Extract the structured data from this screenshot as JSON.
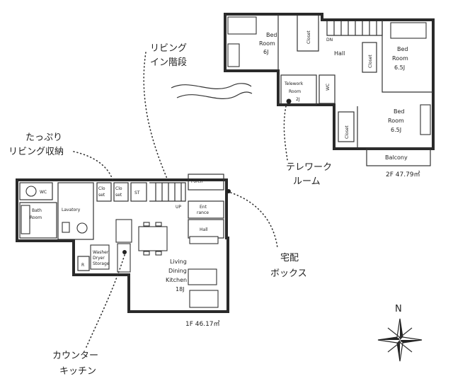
{
  "floor2": {
    "area": "2F 47.79㎡",
    "bed_a": {
      "line1": "Bed",
      "line2": "Room",
      "size": "6J"
    },
    "bed_b": {
      "line1": "Bed",
      "line2": "Room",
      "size": "6.5J"
    },
    "bed_c": {
      "line1": "Bed",
      "line2": "Room",
      "size": "6.5J"
    },
    "telework": {
      "line1": "Telework",
      "line2": "Room",
      "size": "2J"
    },
    "hall": "Hall",
    "closet": "Closet",
    "wc": "WC",
    "balcony": "Balcony",
    "dn": "DN"
  },
  "floor1": {
    "area": "1F 46.17㎡",
    "ldk": {
      "line1": "Living",
      "line2": "Dining",
      "line3": "Kitchen",
      "size": "18J"
    },
    "bath": {
      "line1": "Bath",
      "line2": "Room"
    },
    "lavatory": "Lavatory",
    "wc": "WC",
    "closet": {
      "line1": "Clo",
      "line2": "set"
    },
    "st": "ST",
    "porch": "Porch",
    "entrance": {
      "line1": "Ent",
      "line2": "rance"
    },
    "hall": "Hall",
    "up": "UP",
    "r": "R",
    "washer": {
      "line1": "Washer",
      "line2": "Dryer",
      "line3": "Storage"
    }
  },
  "callouts": {
    "living_stairs": {
      "line1": "リビング",
      "line2": "イン階段"
    },
    "living_storage": {
      "line1": "たっぷり",
      "line2": "リビング収納"
    },
    "telework_room": {
      "line1": "テレワーク",
      "line2": "ルーム"
    },
    "delivery_box": {
      "line1": "宅配",
      "line2": "ボックス"
    },
    "counter_kitchen": {
      "line1": "カウンター",
      "line2": "キッチン"
    }
  },
  "compass": {
    "north": "N"
  }
}
